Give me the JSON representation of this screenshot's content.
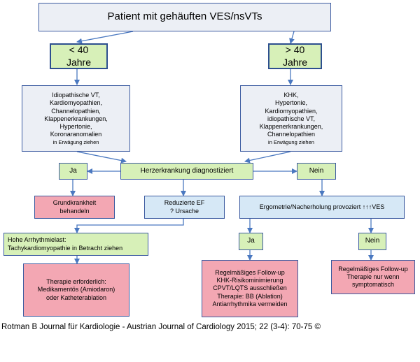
{
  "top": "Patient mit gehäuften VES/nsVTs",
  "under40": {
    "line1": "< 40",
    "line2": "Jahre"
  },
  "over40": {
    "line1": "> 40",
    "line2": "Jahre"
  },
  "left_list": {
    "lines": [
      "Idiopathische VT,",
      "Kardiomyopathien,",
      "Channelopathien,",
      "Klappenerkrankungen,",
      "Hypertonie,",
      "Koronaranomalien"
    ],
    "note": "in Erwägung ziehen"
  },
  "right_list": {
    "lines": [
      "KHK,",
      "Hypertonie,",
      "Kardiomyopathien,",
      "idiopathische VT,",
      "Klappenerkrankungen,",
      "Channelopathien"
    ],
    "note": "in Erwägung ziehen"
  },
  "center": "Herzerkrankung diagnostiziert",
  "ja_left": "Ja",
  "nein_right": "Nein",
  "grundkrankheit": [
    "Grundkrankheit",
    "behandeln"
  ],
  "reduzierte": [
    "Reduzierte EF",
    "? Ursache"
  ],
  "ergometrie": "Ergometrie/Nacherholung provoziert ↑↑↑VES",
  "hohe": [
    "Hohe Arrhythmielast:",
    "Tachykardiomyopathie in Betracht ziehen"
  ],
  "ja2": "Ja",
  "nein2": "Nein",
  "therapie": [
    "Therapie erforderlich:",
    "Medikamentös (Amiodaron)",
    "oder Katheterablation"
  ],
  "followup_left": [
    "Regelmäßiges Follow-up",
    "KHK-Risikominimierung",
    "CPVT/LQTS ausschließen",
    "Therapie: BB (Ablation)",
    "Antiarrhythmika vermeiden"
  ],
  "followup_right": [
    "Regelmäßiges Follow-up",
    "Therapie nur wenn",
    "symptomatisch"
  ],
  "caption": "Rotman B Journal für Kardiologie - Austrian Journal of Cardiology 2015; 22 (3-4): 70-75 ©"
}
